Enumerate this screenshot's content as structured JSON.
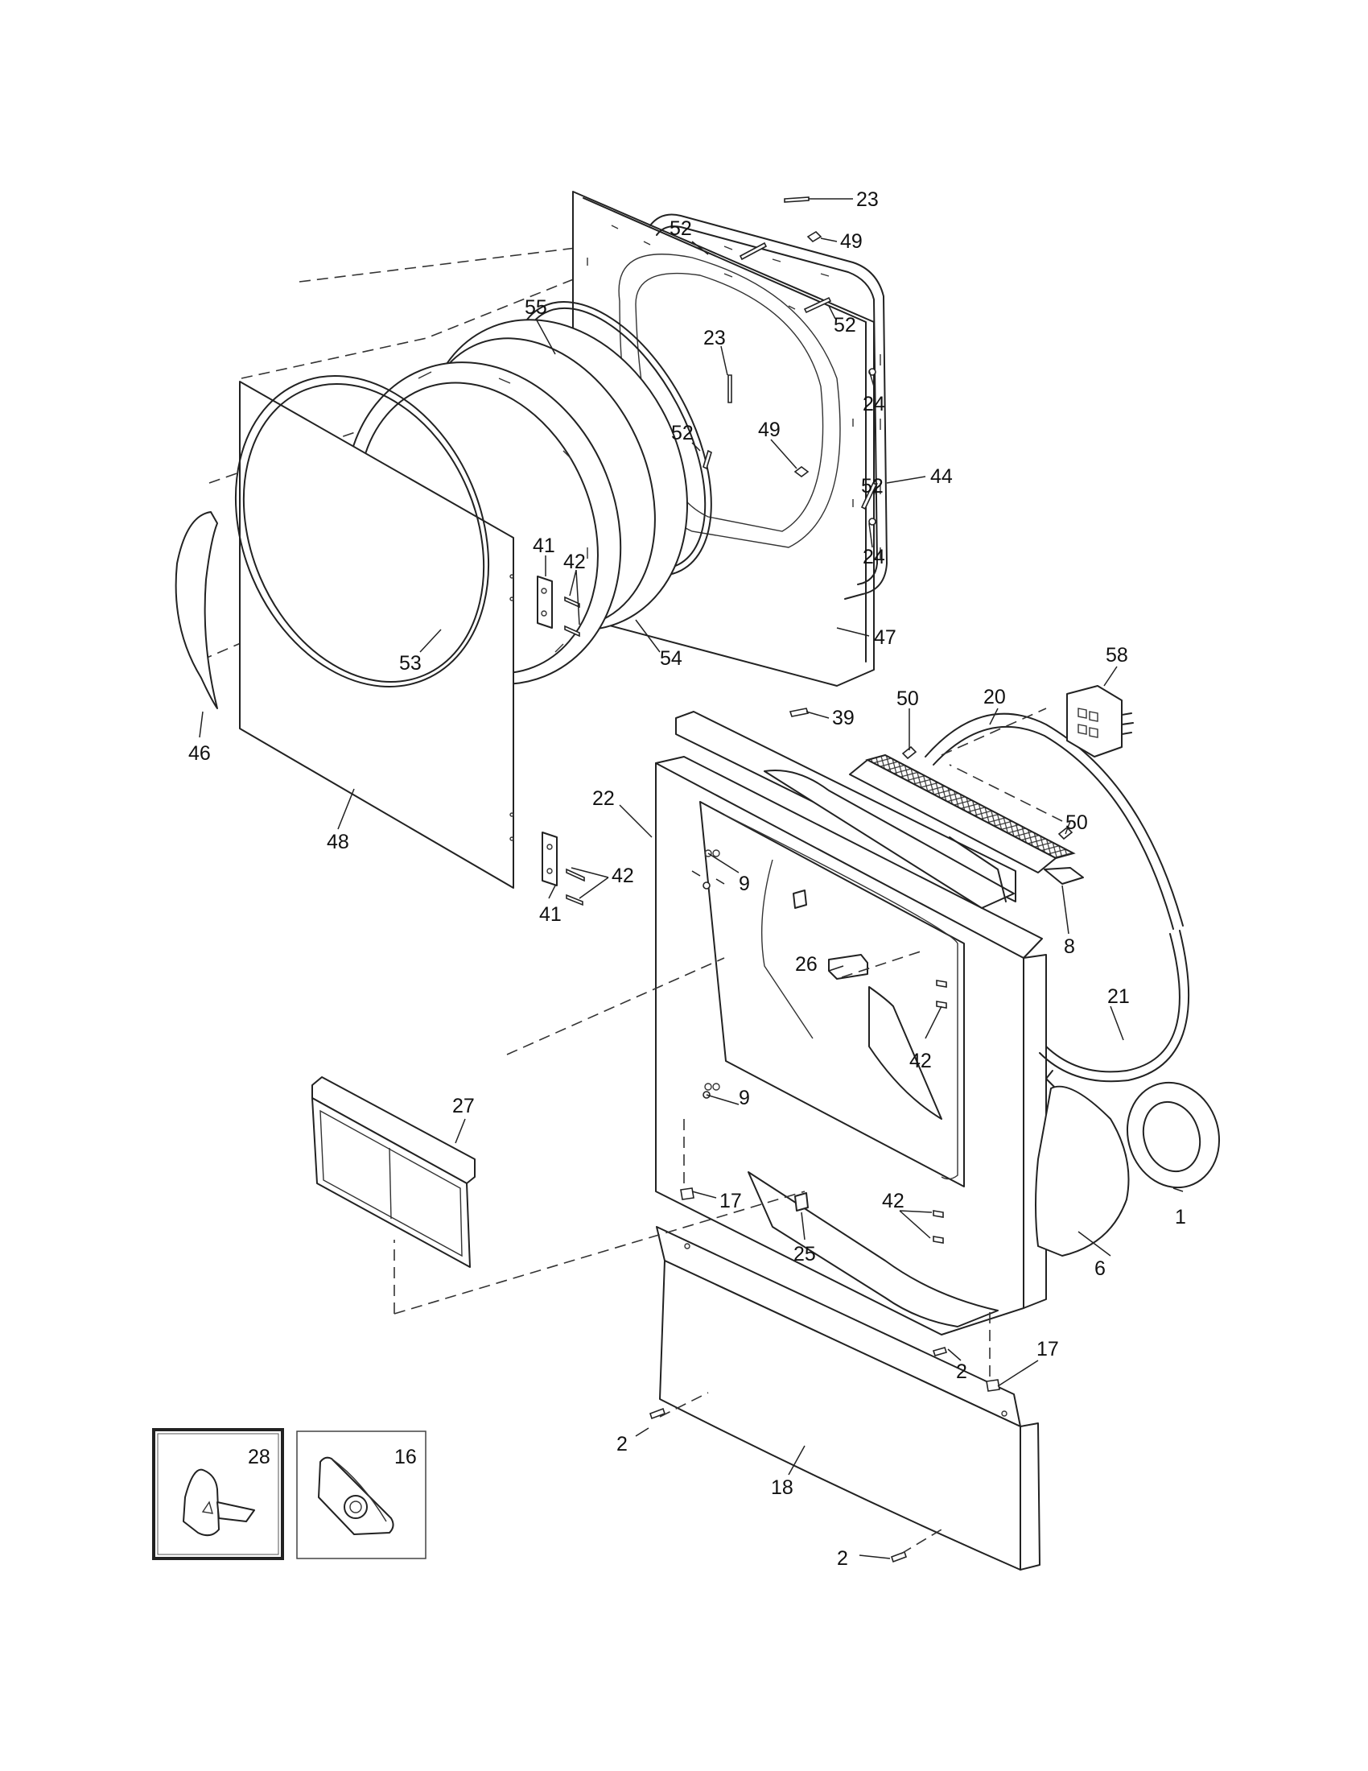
{
  "diagram": {
    "callouts": [
      {
        "id": "c23a",
        "text": "23"
      },
      {
        "id": "c52a",
        "text": "52"
      },
      {
        "id": "c49a",
        "text": "49"
      },
      {
        "id": "c55",
        "text": "55"
      },
      {
        "id": "c52b",
        "text": "52"
      },
      {
        "id": "c23b",
        "text": "23"
      },
      {
        "id": "c24a",
        "text": "24"
      },
      {
        "id": "c52c",
        "text": "52"
      },
      {
        "id": "c49b",
        "text": "49"
      },
      {
        "id": "c52d",
        "text": "52"
      },
      {
        "id": "c44",
        "text": "44"
      },
      {
        "id": "c24b",
        "text": "24"
      },
      {
        "id": "c41a",
        "text": "41"
      },
      {
        "id": "c42a",
        "text": "42"
      },
      {
        "id": "c53",
        "text": "53"
      },
      {
        "id": "c54",
        "text": "54"
      },
      {
        "id": "c47",
        "text": "47"
      },
      {
        "id": "c46",
        "text": "46"
      },
      {
        "id": "c48",
        "text": "48"
      },
      {
        "id": "c42b",
        "text": "42"
      },
      {
        "id": "c41b",
        "text": "41"
      },
      {
        "id": "c39",
        "text": "39"
      },
      {
        "id": "c50a",
        "text": "50"
      },
      {
        "id": "c20",
        "text": "20"
      },
      {
        "id": "c58",
        "text": "58"
      },
      {
        "id": "c22",
        "text": "22"
      },
      {
        "id": "c50b",
        "text": "50"
      },
      {
        "id": "c9a",
        "text": "9"
      },
      {
        "id": "c8",
        "text": "8"
      },
      {
        "id": "c26",
        "text": "26"
      },
      {
        "id": "c21",
        "text": "21"
      },
      {
        "id": "c42c",
        "text": "42"
      },
      {
        "id": "c9b",
        "text": "9"
      },
      {
        "id": "c27",
        "text": "27"
      },
      {
        "id": "c1",
        "text": "1"
      },
      {
        "id": "c17a",
        "text": "17"
      },
      {
        "id": "c42d",
        "text": "42"
      },
      {
        "id": "c25",
        "text": "25"
      },
      {
        "id": "c6",
        "text": "6"
      },
      {
        "id": "c17b",
        "text": "17"
      },
      {
        "id": "c2a",
        "text": "2"
      },
      {
        "id": "c2b",
        "text": "2"
      },
      {
        "id": "c18",
        "text": "18"
      },
      {
        "id": "c2c",
        "text": "2"
      }
    ],
    "inset_boxes": [
      {
        "id": "inset28",
        "label": "28"
      },
      {
        "id": "inset16",
        "label": "16"
      }
    ]
  }
}
